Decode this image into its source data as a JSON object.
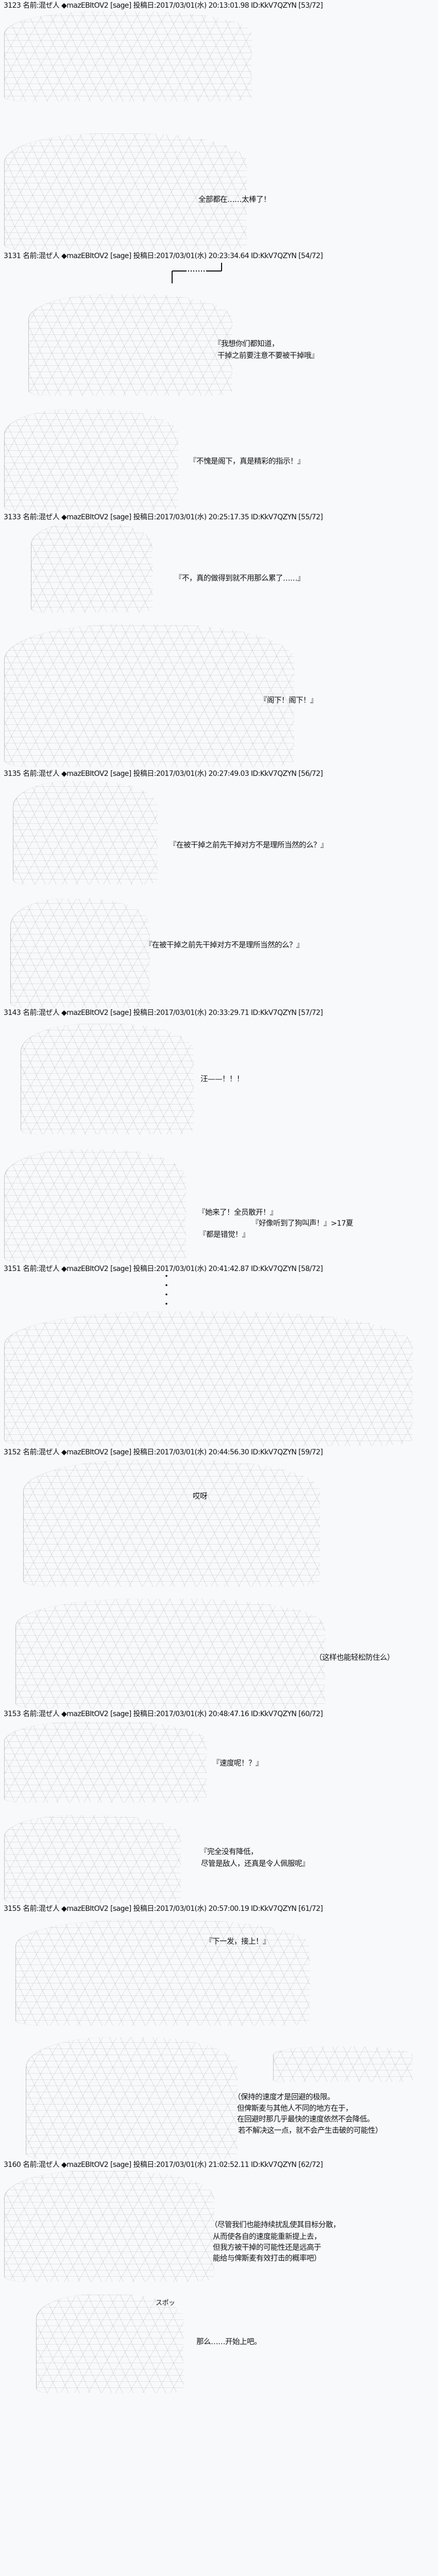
{
  "posts": [
    {
      "header": "3123 名前:混ぜ人 ◆mazEBItOV2 [sage] 投稿日:2017/03/01(水) 20:13:01.98 ID:KkV7QZYN [53/72]",
      "lines": [
        "全部都在……太棒了！"
      ]
    },
    {
      "header": "3131 名前:混ぜ人 ◆mazEBItOV2 [sage] 投稿日:2017/03/01(水) 20:23:34.64 ID:KkV7QZYN [54/72]",
      "lines": [
        "『我想你们都知道，",
        "干掉之前要注意不要被干掉哦』",
        "『不愧是阁下，真是精彩的指示！』"
      ]
    },
    {
      "header": "3133 名前:混ぜ人 ◆mazEBItOV2 [sage] 投稿日:2017/03/01(水) 20:25:17.35 ID:KkV7QZYN [55/72]",
      "lines": [
        "『不，真的做得到就不用那么累了……』",
        "『阁下！阁下！』"
      ]
    },
    {
      "header": "3135 名前:混ぜ人 ◆mazEBItOV2 [sage] 投稿日:2017/03/01(水) 20:27:49.03 ID:KkV7QZYN [56/72]",
      "lines": [
        "『在被干掉之前先干掉对方不是理所当然的么？』",
        "『在被干掉之前先干掉对方不是理所当然的么？』"
      ]
    },
    {
      "header": "3143 名前:混ぜ人 ◆mazEBItOV2 [sage] 投稿日:2017/03/01(水) 20:33:29.71 ID:KkV7QZYN [57/72]",
      "lines": [
        "汪——！！！",
        "『她来了！全员散开！』",
        "『好像听到了狗叫声！』>17夏",
        "『都是错觉！』"
      ]
    },
    {
      "header": "3151 名前:混ぜ人 ◆mazEBItOV2 [sage] 投稿日:2017/03/01(水) 20:41:42.87 ID:KkV7QZYN [58/72]",
      "dots": "・\n\n・\n\n・\n\n・",
      "lines": []
    },
    {
      "header": "3152 名前:混ぜ人 ◆mazEBItOV2 [sage] 投稿日:2017/03/01(水) 20:44:56.30 ID:KkV7QZYN [59/72]",
      "lines": [
        "哎呀",
        "（这样也能轻松防住么）"
      ]
    },
    {
      "header": "3153 名前:混ぜ人 ◆mazEBItOV2 [sage] 投稿日:2017/03/01(水) 20:48:47.16 ID:KkV7QZYN [60/72]",
      "lines": [
        "『速度呢！？』",
        "『完全没有降低，",
        "尽管是敌人，还真是令人佩服呢』"
      ]
    },
    {
      "header": "3155 名前:混ぜ人 ◆mazEBItOV2 [sage] 投稿日:2017/03/01(水) 20:57:00.19 ID:KkV7QZYN [61/72]",
      "lines": [
        "『下一发，接上！』",
        "（保持的速度才是回避的极限。",
        "但俾斯麦与其他人不同的地方在于，",
        "在回避时那几乎最快的速度依然不会降低。",
        "若不解决这一点，就不会产生击破的可能性）"
      ]
    },
    {
      "header": "3160 名前:混ぜ人 ◆mazEBItOV2 [sage] 投稿日:2017/03/01(水) 21:02:52.11 ID:KkV7QZYN [62/72]",
      "lines": [
        "（尽管我们也能持续扰乱使其目标分散，",
        "从而使各自的速度能重新提上去，",
        "但我方被干掉的可能性还是远高于",
        "能给与俾斯麦有效打击的概率吧）",
        "スポッ",
        "那么……开始上吧。"
      ]
    }
  ],
  "colors": {
    "background": "#f8f9fb",
    "text": "#111111"
  }
}
